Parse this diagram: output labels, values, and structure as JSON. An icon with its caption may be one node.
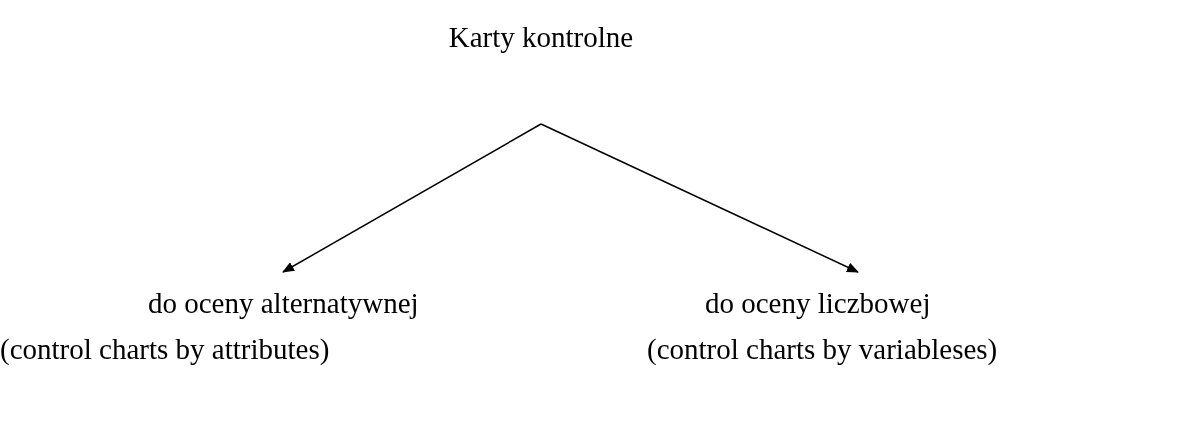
{
  "diagram": {
    "nodes": [
      {
        "text": [
          "Karty kontrolne"
        ]
      },
      {
        "text": [
          "do oceny alternatywnej",
          "(control charts by attributes)"
        ]
      },
      {
        "text": [
          "do oceny liczbowej",
          "(control charts by variableses)"
        ]
      }
    ],
    "edges": [
      {
        "from": 0,
        "to": 1,
        "arrow": "to"
      },
      {
        "from": 0,
        "to": 2,
        "arrow": "to"
      }
    ]
  }
}
